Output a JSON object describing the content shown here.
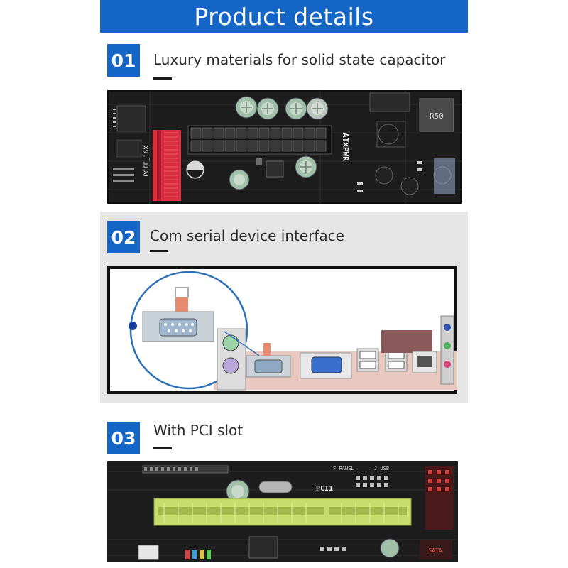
{
  "header": {
    "title": "Product details"
  },
  "sections": [
    {
      "number": "01",
      "title": "Luxury materials for solid state capacitor",
      "board_labels": {
        "pcie": "PCIE_16X",
        "atx": "ATXPWR",
        "inductor": "R50"
      }
    },
    {
      "number": "02",
      "title": "Com serial device interface"
    },
    {
      "number": "03",
      "title": "With PCI slot",
      "board_labels": {
        "pci": "PCI1",
        "fpanel": "F_PANEL",
        "usb": "J_USB",
        "sata": "SATA"
      }
    }
  ],
  "colors": {
    "brand": "#1565c7",
    "board": "#1d1d1d",
    "pcie_slot": "#d83040",
    "pci_slot": "#c8dc6e"
  },
  "icons": [
    "capacitor-icon",
    "pcie-slot-icon",
    "serial-port-icon",
    "vga-port-icon",
    "usb-port-icon",
    "ethernet-port-icon",
    "pci-slot-icon"
  ]
}
